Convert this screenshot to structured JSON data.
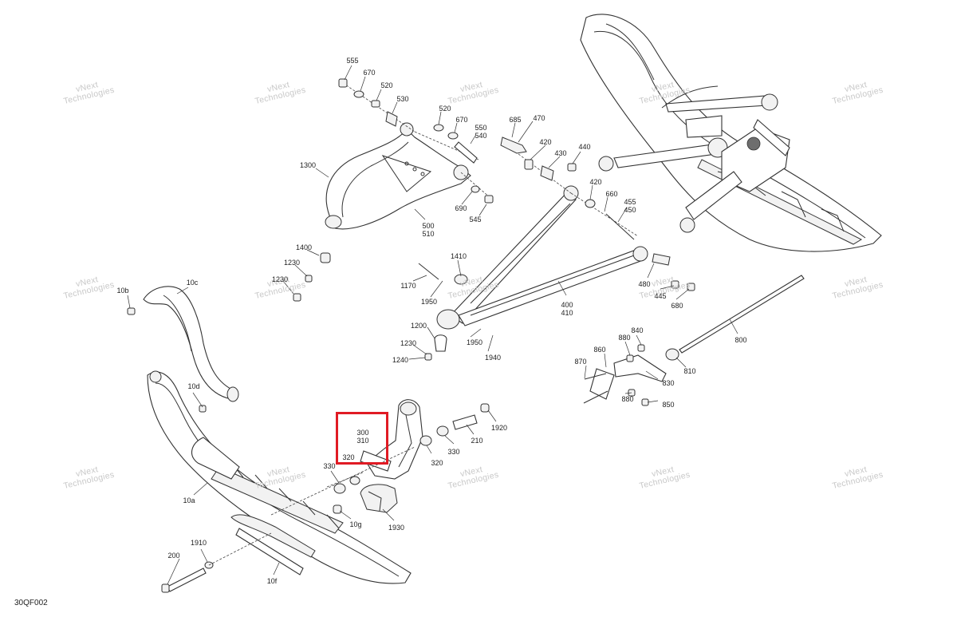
{
  "figure_code": "30QF002",
  "watermark_text": "vNext\nTechnologies",
  "watermark_single": "vNext Technologies",
  "highlight_color": "#e01b24",
  "part_labels": [
    {
      "id": "555",
      "text": "555"
    },
    {
      "id": "670a",
      "text": "670"
    },
    {
      "id": "520a",
      "text": "520"
    },
    {
      "id": "530",
      "text": "530"
    },
    {
      "id": "520b",
      "text": "520"
    },
    {
      "id": "670b",
      "text": "670"
    },
    {
      "id": "550",
      "text": "550\n540"
    },
    {
      "id": "685",
      "text": "685"
    },
    {
      "id": "470",
      "text": "470"
    },
    {
      "id": "420a",
      "text": "420"
    },
    {
      "id": "430",
      "text": "430"
    },
    {
      "id": "440",
      "text": "440"
    },
    {
      "id": "420b",
      "text": "420"
    },
    {
      "id": "660",
      "text": "660"
    },
    {
      "id": "455",
      "text": "455\n450"
    },
    {
      "id": "1300",
      "text": "1300"
    },
    {
      "id": "690",
      "text": "690"
    },
    {
      "id": "545",
      "text": "545"
    },
    {
      "id": "500",
      "text": "500\n510"
    },
    {
      "id": "1400",
      "text": "1400"
    },
    {
      "id": "1230a",
      "text": "1230"
    },
    {
      "id": "1230b",
      "text": "1230"
    },
    {
      "id": "1410",
      "text": "1410"
    },
    {
      "id": "1170",
      "text": "1170"
    },
    {
      "id": "1950a",
      "text": "1950"
    },
    {
      "id": "1200",
      "text": "1200"
    },
    {
      "id": "1230c",
      "text": "1230"
    },
    {
      "id": "1240",
      "text": "1240"
    },
    {
      "id": "1950b",
      "text": "1950"
    },
    {
      "id": "1940",
      "text": "1940"
    },
    {
      "id": "480",
      "text": "480"
    },
    {
      "id": "445",
      "text": "445"
    },
    {
      "id": "680",
      "text": "680"
    },
    {
      "id": "400",
      "text": "400\n410"
    },
    {
      "id": "10b",
      "text": "10b"
    },
    {
      "id": "10c",
      "text": "10c"
    },
    {
      "id": "10d",
      "text": "10d"
    },
    {
      "id": "10a",
      "text": "10a"
    },
    {
      "id": "300",
      "text": "300\n310"
    },
    {
      "id": "320a",
      "text": "320"
    },
    {
      "id": "320b",
      "text": "320"
    },
    {
      "id": "330a",
      "text": "330"
    },
    {
      "id": "330b",
      "text": "330"
    },
    {
      "id": "210",
      "text": "210"
    },
    {
      "id": "1920",
      "text": "1920"
    },
    {
      "id": "10g",
      "text": "10g"
    },
    {
      "id": "1930",
      "text": "1930"
    },
    {
      "id": "1910",
      "text": "1910"
    },
    {
      "id": "200",
      "text": "200"
    },
    {
      "id": "10f",
      "text": "10f"
    },
    {
      "id": "880a",
      "text": "880"
    },
    {
      "id": "840",
      "text": "840"
    },
    {
      "id": "860",
      "text": "860"
    },
    {
      "id": "870",
      "text": "870"
    },
    {
      "id": "830",
      "text": "830"
    },
    {
      "id": "880b",
      "text": "880"
    },
    {
      "id": "850",
      "text": "850"
    },
    {
      "id": "810",
      "text": "810"
    },
    {
      "id": "800",
      "text": "800"
    }
  ]
}
